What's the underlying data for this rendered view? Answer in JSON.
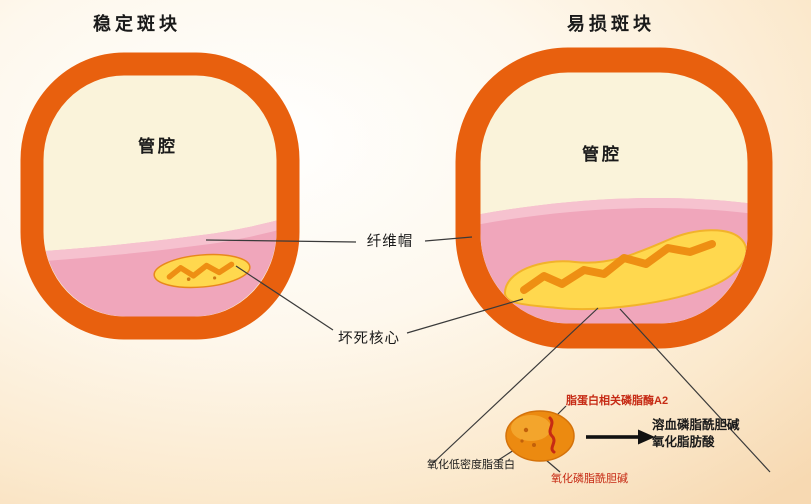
{
  "figure": {
    "left_panel": {
      "title": "稳定斑块",
      "lumen_label": "管腔"
    },
    "right_panel": {
      "title": "易损斑块",
      "lumen_label": "管腔"
    },
    "callouts": {
      "fibrous_cap": "纤维帽",
      "necrotic_core": "坏死核心"
    },
    "particle_diagram": {
      "enzyme_label": "脂蛋白相关磷脂酶A2",
      "oxldl_label": "氧化低密度脂蛋白",
      "oxpc_label": "氧化磷脂酰胆碱",
      "products": [
        "溶血磷脂酰胆碱",
        "氧化脂肪酸"
      ]
    }
  },
  "colors": {
    "vessel_ring": "#E8600E",
    "lumen_fill": "#FAF3DA",
    "plaque_pink": "#F0A6BB",
    "core_yellow": "#FFD84E",
    "core_orange": "#EE8F13",
    "particle_orange": "#EC8A10",
    "accent_red": "#C62A14",
    "line": "#3A3A3A",
    "arrow_black": "#111111",
    "text_dark": "#1A1A1A"
  }
}
